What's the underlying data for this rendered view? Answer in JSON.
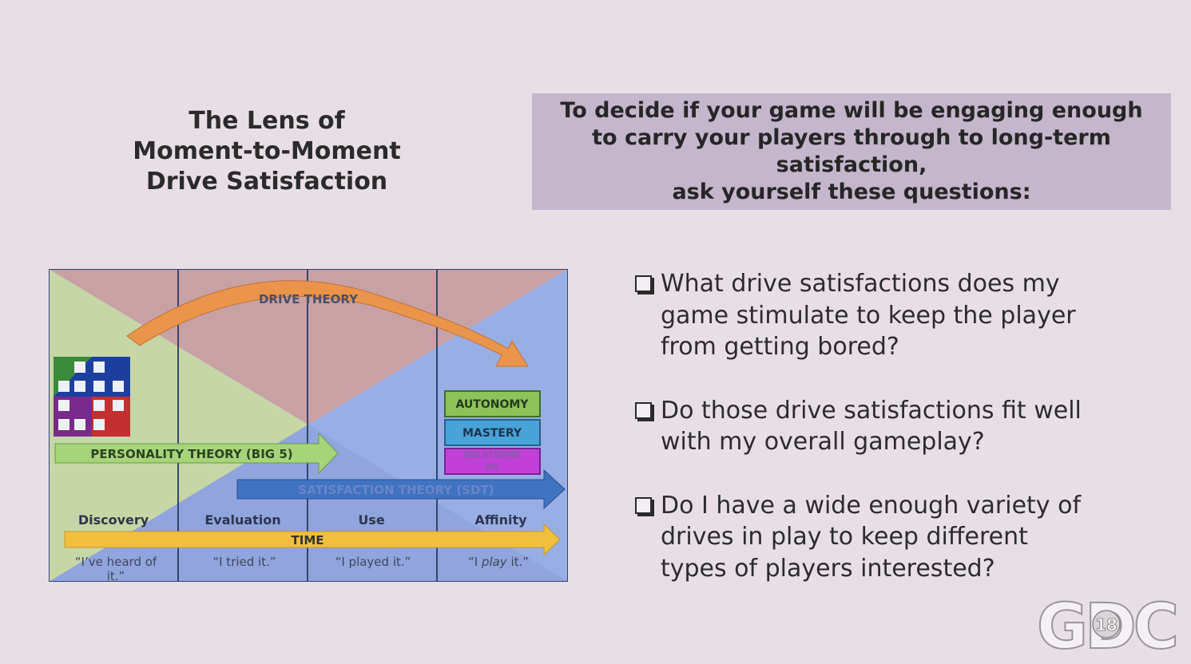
{
  "slide": {
    "title_lines": [
      "The Lens of",
      "Moment-to-Moment",
      "Drive Satisfaction"
    ],
    "callout_lines": [
      "To decide if your game will be engaging enough",
      "to carry your players through to long-term",
      "satisfaction,",
      "ask yourself these questions:"
    ]
  },
  "diagram": {
    "drive_theory_label": "DRIVE THEORY",
    "personality_label": "PERSONALITY THEORY (BIG 5)",
    "sdt_label": "SATISFACTION THEORY (SDT)",
    "time_label": "TIME",
    "sdt_boxes": [
      "AUTONOMY",
      "MASTERY",
      "RELATEDNE",
      "SS"
    ],
    "stages": [
      "Discovery",
      "Evaluation",
      "Use",
      "Affinity"
    ],
    "quotes": [
      {
        "text": "“I’ve heard of",
        "text2": "it.”"
      },
      {
        "text": "“I tried it.”"
      },
      {
        "text": "“I played it.”"
      },
      {
        "pre": "“I ",
        "em": "play",
        "post": " it.”"
      }
    ],
    "colors": {
      "green": "#c6d6a6",
      "red": "#c8a1a5",
      "blue": "#9aaee6",
      "orange": "#e8944a",
      "time_yellow": "#f0bf3e",
      "sdt_arrow": "#3f73c0",
      "autonomy": "#8fc15a",
      "mastery": "#4aa3d6",
      "relatedness": "#c040d8"
    }
  },
  "questions": [
    {
      "lines": [
        "What drive satisfactions does my",
        "game stimulate to keep the player",
        "from getting bored?"
      ]
    },
    {
      "lines": [
        "Do those drive satisfactions fit well",
        "with my overall gameplay?"
      ]
    },
    {
      "lines": [
        "Do I have a wide enough variety of",
        "drives in play to keep different",
        "types of players interested?"
      ]
    }
  ],
  "logo": {
    "text": "GDC",
    "year": "18"
  }
}
